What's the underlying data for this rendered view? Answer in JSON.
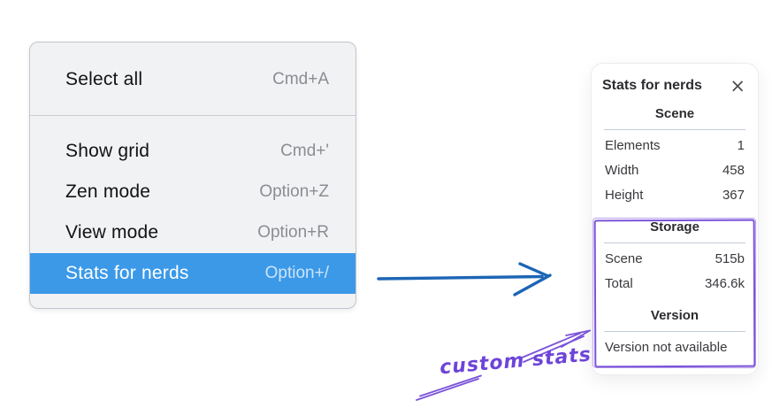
{
  "colors": {
    "menu_highlight": "#3b99e8",
    "arrow_blue": "#1d65b5",
    "annotation_purple": "#7a52d9"
  },
  "context_menu": {
    "items": [
      {
        "label": "Select all",
        "shortcut": "Cmd+A"
      },
      {
        "label": "Show grid",
        "shortcut": "Cmd+'"
      },
      {
        "label": "Zen mode",
        "shortcut": "Option+Z"
      },
      {
        "label": "View mode",
        "shortcut": "Option+R"
      },
      {
        "label": "Stats for nerds",
        "shortcut": "Option+/",
        "selected": true
      }
    ]
  },
  "stats_panel": {
    "title": "Stats for nerds",
    "close_icon": "×",
    "sections": [
      {
        "heading": "Scene",
        "rows": [
          {
            "label": "Elements",
            "value": "1"
          },
          {
            "label": "Width",
            "value": "458"
          },
          {
            "label": "Height",
            "value": "367"
          }
        ]
      },
      {
        "heading": "Storage",
        "rows": [
          {
            "label": "Scene",
            "value": "515b"
          },
          {
            "label": "Total",
            "value": "346.6k"
          }
        ]
      },
      {
        "heading": "Version",
        "note": "Version not available"
      }
    ]
  },
  "annotation": {
    "label": "custom stats"
  }
}
